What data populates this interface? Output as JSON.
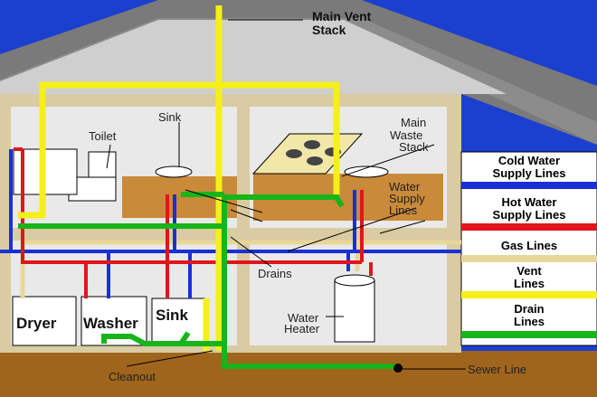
{
  "labels": {
    "main_vent_stack_1": "Main Vent",
    "main_vent_stack_2": "Stack",
    "toilet": "Toilet",
    "sink_upper": "Sink",
    "main_waste_stack_1": "Main",
    "main_waste_stack_2": "Waste",
    "main_waste_stack_3": "Stack",
    "water_supply_1": "Water",
    "water_supply_2": "Supply",
    "water_supply_3": "Lines",
    "drains": "Drains",
    "water_heater_1": "Water",
    "water_heater_2": "Heater",
    "dryer": "Dryer",
    "washer": "Washer",
    "sink_lower": "Sink",
    "cleanout": "Cleanout",
    "sewer_line": "Sewer Line"
  },
  "legend": [
    {
      "line1": "Cold Water",
      "line2": "Supply Lines",
      "color": "#1a2fd6"
    },
    {
      "line1": "Hot Water",
      "line2": "Supply Lines",
      "color": "#e0161b"
    },
    {
      "line1": "Gas Lines",
      "line2": "",
      "color": "#e8d79a"
    },
    {
      "line1": "Vent",
      "line2": "Lines",
      "color": "#f5ef1a"
    },
    {
      "line1": "Drain",
      "line2": "Lines",
      "color": "#17b51a"
    }
  ],
  "colors": {
    "cold": "#1a2fd6",
    "hot": "#e0161b",
    "gas": "#e8d79a",
    "vent": "#f5ef1a",
    "drain": "#17b51a",
    "roof": "#777777",
    "wall": "#d8c9a0",
    "sky": "#1b3fcf"
  }
}
